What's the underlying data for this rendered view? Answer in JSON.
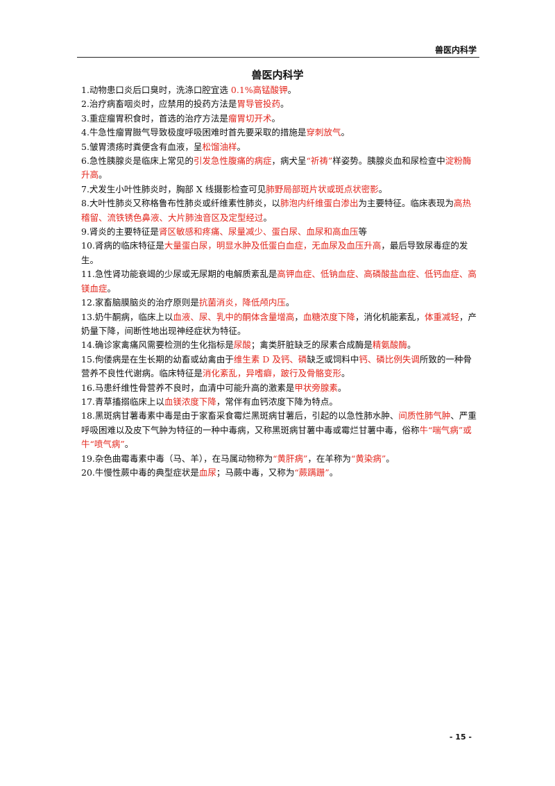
{
  "header": {
    "running_title": "兽医内科学"
  },
  "document": {
    "title": "兽医内科学",
    "items": [
      [
        {
          "t": "1.动物患口炎后口臭时，洗涤口腔宜选 "
        },
        {
          "t": "0.1%高锰酸钾",
          "hl": true
        },
        {
          "t": "。"
        }
      ],
      [
        {
          "t": "2.治疗病畜咽炎时，应禁用的投药方法是"
        },
        {
          "t": "胃导管投药",
          "hl": true
        },
        {
          "t": "。"
        }
      ],
      [
        {
          "t": "3.重症瘤胃积食时，首选的治疗方法是"
        },
        {
          "t": "瘤胃切开术",
          "hl": true
        },
        {
          "t": "。"
        }
      ],
      [
        {
          "t": "4.牛急性瘤胃臌气导致极度呼吸困难时首先要采取的措施是"
        },
        {
          "t": "穿刺放气",
          "hl": true
        },
        {
          "t": "。"
        }
      ],
      [
        {
          "t": "5.皱胃溃疡时粪便含有血液，呈"
        },
        {
          "t": "松馏油样",
          "hl": true
        },
        {
          "t": "。"
        }
      ],
      [
        {
          "t": "6.急性胰腺炎是临床上常见的"
        },
        {
          "t": "引发急性腹痛的病症",
          "hl": true
        },
        {
          "t": "，病犬呈"
        },
        {
          "t": "“祈祷”",
          "hl": true
        },
        {
          "t": "样姿势。胰腺炎血和尿检查中"
        },
        {
          "t": "淀粉酶升高",
          "hl": true
        },
        {
          "t": "。"
        }
      ],
      [
        {
          "t": "7.犬发生小叶性肺炎时，胸部 X 线摄影检查可见"
        },
        {
          "t": "肺野局部斑片状或斑点状密影",
          "hl": true
        },
        {
          "t": "。"
        }
      ],
      [
        {
          "t": "8.大叶性肺炎又称格鲁布性肺炎或纤维素性肺炎，以"
        },
        {
          "t": "肺泡内纤维蛋白渗出",
          "hl": true
        },
        {
          "t": "为主要特征。临床表现为"
        },
        {
          "t": "高热稽留、流铁锈色鼻液、大片肺浊音区及定型经过",
          "hl": true
        },
        {
          "t": "。"
        }
      ],
      [
        {
          "t": "9.肾炎的主要特征是"
        },
        {
          "t": "肾区敏感和疼痛、尿量减少、蛋白尿、血尿和高血压",
          "hl": true
        },
        {
          "t": "等"
        }
      ],
      [
        {
          "t": "10.肾病的临床特征是"
        },
        {
          "t": "大量蛋白尿，明显水肿及低蛋白血症，无血尿及血压升高",
          "hl": true
        },
        {
          "t": "，最后导致尿毒症的发生。"
        }
      ],
      [
        {
          "t": "11.急性肾功能衰竭的少尿或无尿期的电解质紊乱是"
        },
        {
          "t": "高钾血症、低钠血症、高磷酸盐血症、低钙血症、高镁血症",
          "hl": true
        },
        {
          "t": "。"
        }
      ],
      [
        {
          "t": "12.家畜脑膜脑炎的治疗原则是"
        },
        {
          "t": "抗菌消炎，降低颅内压",
          "hl": true
        },
        {
          "t": "。"
        }
      ],
      [
        {
          "t": "13.奶牛酮病，临床上以"
        },
        {
          "t": "血液、尿、乳中的酮体含量增高",
          "hl": true
        },
        {
          "t": "，"
        },
        {
          "t": "血糖浓度下降",
          "hl": true
        },
        {
          "t": "，消化机能紊乱，"
        },
        {
          "t": "体重减轻",
          "hl": true
        },
        {
          "t": "，产奶量下降，间断性地出现神经症状为特征。"
        }
      ],
      [
        {
          "t": "14.确诊家禽痛风需要检测的生化指标是"
        },
        {
          "t": "尿酸",
          "hl": true
        },
        {
          "t": "；禽类肝脏缺乏的尿素合成酶是"
        },
        {
          "t": "精氨酸酶",
          "hl": true
        },
        {
          "t": "。"
        }
      ],
      [
        {
          "t": "15.佝偻病是在生长期的幼畜或幼禽由于"
        },
        {
          "t": "维生素 D 及钙、磷",
          "hl": true
        },
        {
          "t": "缺乏或饲料中"
        },
        {
          "t": "钙、磷比例失调",
          "hl": true
        },
        {
          "t": "所致的一种骨营养不良性代谢病。临床特征是"
        },
        {
          "t": "消化紊乱，异嗜癖，跛行及骨骼变形",
          "hl": true
        },
        {
          "t": "。"
        }
      ],
      [
        {
          "t": "16.马患纤维性骨营养不良时，血清中可能升高的激素是"
        },
        {
          "t": "甲状旁腺素",
          "hl": true
        },
        {
          "t": "。"
        }
      ],
      [
        {
          "t": "17.青草搐搦临床上以"
        },
        {
          "t": "血镁浓度下降",
          "hl": true
        },
        {
          "t": "，常伴有血钙浓度下降为特点。"
        }
      ],
      [
        {
          "t": "18.黑斑病甘薯毒素中毒是由于家畜采食霉烂黑斑病甘薯后，引起的以急性肺水肿、"
        },
        {
          "t": "间质性肺气肿",
          "hl": true
        },
        {
          "t": "、严重呼吸困难以及皮下气肿为特征的一种中毒病，又称黑斑病甘薯中毒或霉烂甘薯中毒，俗称"
        },
        {
          "t": "牛“喘气病”或牛“喷气病”",
          "hl": true
        },
        {
          "t": "。"
        }
      ],
      [
        {
          "t": "19.杂色曲霉毒素中毒（马、羊），在马属动物称为"
        },
        {
          "t": "“黄肝病”",
          "hl": true
        },
        {
          "t": "，在羊称为"
        },
        {
          "t": "“黄染病”",
          "hl": true
        },
        {
          "t": "。"
        }
      ],
      [
        {
          "t": "20.牛慢性蕨中毒的典型症状是"
        },
        {
          "t": "血尿",
          "hl": true
        },
        {
          "t": "；马蕨中毒，又称为"
        },
        {
          "t": "“蕨蹒跚”",
          "hl": true
        },
        {
          "t": "。"
        }
      ]
    ]
  },
  "footer": {
    "page_number": "- 15 -"
  },
  "colors": {
    "highlight": "#e3261c",
    "text": "#111111"
  }
}
